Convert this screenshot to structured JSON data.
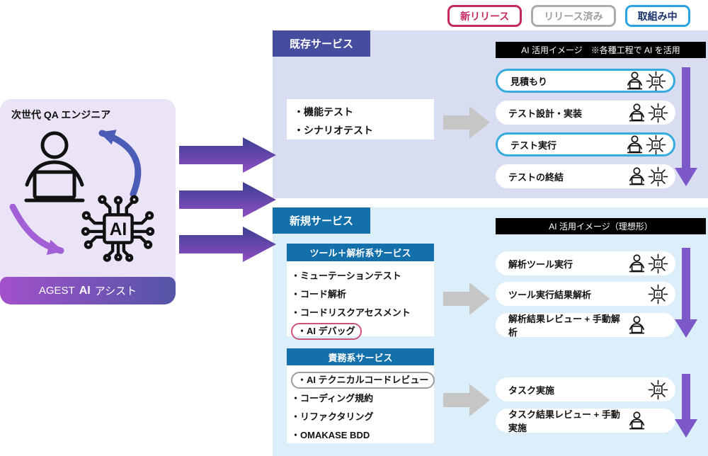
{
  "legend": {
    "new_release": {
      "label": "新リリース"
    },
    "released": {
      "label": "リリース済み"
    },
    "in_progress": {
      "label": "取組み中"
    }
  },
  "card": {
    "title": "次世代 QA エンジニア",
    "footer_prefix": "AGEST",
    "footer_bold": "AI",
    "footer_suffix": "アシスト",
    "chip_label": "AI"
  },
  "existing": {
    "header": "既存サービス",
    "box_items": [
      "・機能テスト",
      "・シナリオテスト"
    ],
    "right_header": "AI 活用イメージ　※各種工程で AI を活用",
    "rows": [
      {
        "label": "見積もり",
        "status": "in_progress",
        "person": true,
        "ai": true
      },
      {
        "label": "テスト設計・実装",
        "status": "none",
        "person": true,
        "ai": true
      },
      {
        "label": "テスト実行",
        "status": "in_progress",
        "person": true,
        "ai": true
      },
      {
        "label": "テストの終結",
        "status": "none",
        "person": true,
        "ai": true
      }
    ]
  },
  "new_services": {
    "header": "新規サービス",
    "right_header": "AI 活用イメージ（理想形）",
    "group1": {
      "header": "ツール＋解析系サービス",
      "items": [
        {
          "label": "・ミューテーションテスト",
          "status": "none"
        },
        {
          "label": "・コード解析",
          "status": "none"
        },
        {
          "label": "・コードリスクアセスメント",
          "status": "none"
        },
        {
          "label": "・AI デバッグ",
          "status": "new_release"
        }
      ],
      "rows": [
        {
          "label": "解析ツール実行",
          "person": true,
          "ai": true
        },
        {
          "label": "ツール実行結果解析",
          "person": false,
          "ai": true
        },
        {
          "label": "解析結果レビュー + 手動解析",
          "person": true,
          "ai": false
        }
      ]
    },
    "group2": {
      "header": "責務系サービス",
      "items": [
        {
          "label": "・AI テクニカルコードレビュー",
          "status": "released"
        },
        {
          "label": "・コーディング規約",
          "status": "none"
        },
        {
          "label": "・リファクタリング",
          "status": "none"
        },
        {
          "label": "・OMAKASE BDD",
          "status": "none"
        }
      ],
      "rows": [
        {
          "label": "タスク実施",
          "person": false,
          "ai": true
        },
        {
          "label": "タスク結果レビュー + 手動実施",
          "person": true,
          "ai": false
        }
      ]
    }
  },
  "icons": {
    "person": "person-at-laptop-icon",
    "ai": "ai-sparkle-icon"
  },
  "colors": {
    "new_release": "#c4285f",
    "released": "#ababab",
    "in_progress_border": "#29a3e3",
    "in_progress_text": "#17316b",
    "existing_header_bg": "#474d9e",
    "new_header_bg": "#1470ab",
    "panel_existing_bg": "#d9ddf2",
    "panel_new_bg": "#dceefa",
    "highlight_border": "#38abde",
    "down_arrow": "#7d58c8",
    "big_arrow_top": "#3a3f90",
    "big_arrow_bottom": "#8f4ec3",
    "gray_arrow": "#c6c6c6",
    "card_bg": "#ebe3f6",
    "footer_gradient_left": "#a251cb",
    "footer_gradient_right": "#5355a7"
  }
}
